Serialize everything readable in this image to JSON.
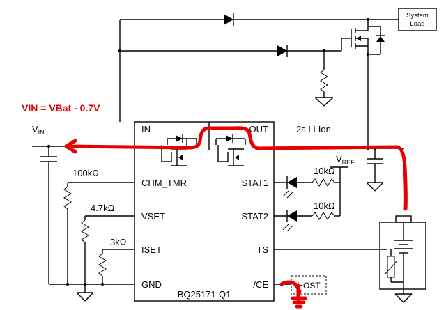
{
  "annotation": {
    "text": "VIN = VBat - 0.7V",
    "color": "#e60000"
  },
  "system_load": {
    "line1": "System",
    "line2": "Load"
  },
  "vin": {
    "main": "V",
    "sub": "IN"
  },
  "vref": {
    "main": "V",
    "sub": "REF"
  },
  "battery_label": "2s Li-Ion",
  "chip": {
    "name": "BQ25171-Q1",
    "left_pins": [
      "IN",
      "CHM_TMR",
      "VSET",
      "ISET",
      "GND"
    ],
    "right_pins": [
      "OUT",
      "STAT1",
      "STAT2",
      "TS",
      "/CE"
    ]
  },
  "resistors": {
    "r_chm": "100kΩ",
    "r_vset": "4.7kΩ",
    "r_iset": "3kΩ",
    "r_stat1": "10kΩ",
    "r_stat2": "10kΩ"
  },
  "ce_box_label": "HOST",
  "colors": {
    "wire": "#000000",
    "highlight": "#e60000"
  }
}
